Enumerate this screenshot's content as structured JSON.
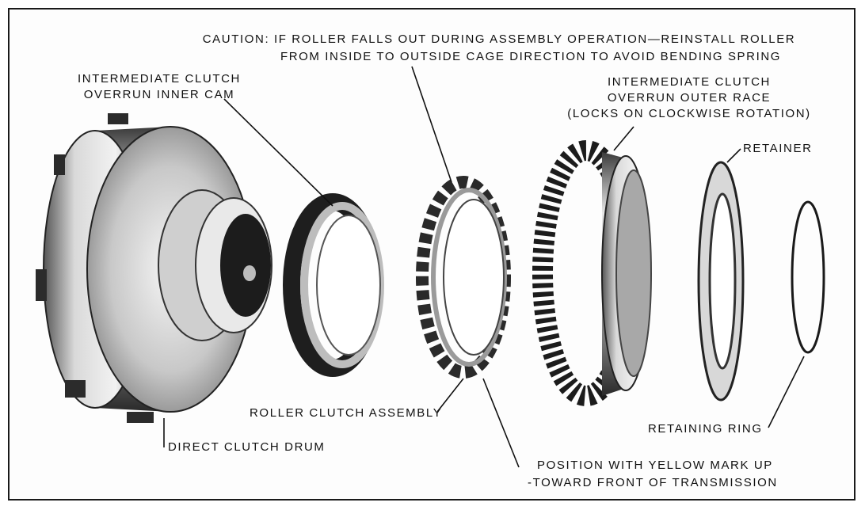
{
  "caution": {
    "line1": "CAUTION: IF ROLLER FALLS OUT DURING ASSEMBLY OPERATION—REINSTALL ROLLER",
    "line2": "FROM INSIDE TO OUTSIDE CAGE DIRECTION TO AVOID BENDING SPRING"
  },
  "inner_cam": {
    "line1": "INTERMEDIATE CLUTCH",
    "line2": "OVERRUN INNER CAM"
  },
  "outer_race": {
    "line1": "INTERMEDIATE CLUTCH",
    "line2": "OVERRUN OUTER RACE",
    "line3": "(LOCKS ON CLOCKWISE ROTATION)"
  },
  "retainer": "RETAINER",
  "roller_clutch": "ROLLER CLUTCH ASSEMBLY",
  "retaining_ring": "RETAINING RING",
  "direct_clutch_drum": "DIRECT CLUTCH DRUM",
  "position_note": {
    "line1": "POSITION WITH YELLOW MARK UP",
    "line2": "-TOWARD FRONT OF TRANSMISSION"
  }
}
